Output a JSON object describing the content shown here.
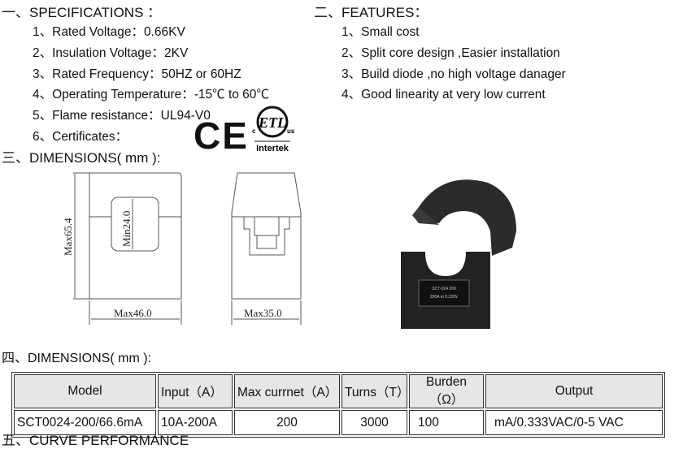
{
  "spec": {
    "title": "一、SPECIFICATIONS ：",
    "items": [
      "1、Rated Voltage：0.66KV",
      "2、Insulation Voltage：2KV",
      "3、Rated Frequency：50HZ or 60HZ",
      "4、Operating Temperature：-15℃ to 60℃",
      "5、Flame resistance：UL94-V0",
      "6、Certificates："
    ]
  },
  "features": {
    "title": "二、FEATURES：",
    "items": [
      "1、Small cost",
      "2、Split core design ,Easier installation",
      "3、Build diode ,no high voltage danager",
      "4、Good linearity at very low current"
    ]
  },
  "cert": {
    "ce": "CE",
    "etl": "ETL",
    "c": "c",
    "us": "us",
    "intertek": "Intertek"
  },
  "dims": {
    "title": "三、DIMENSIONS( mm ):",
    "height": "Max65.4",
    "window": "Min24.0",
    "width": "Max46.0",
    "depth": "Max35.0"
  },
  "product_label": {
    "line1": "SCT-024 200",
    "line2": "200A to 0.333V"
  },
  "table": {
    "title": "四、DIMENSIONS( mm ):",
    "headers": [
      "Model",
      "Input（A）",
      "Max currnet（A）",
      "Turns（T）",
      "Burden（Ω）",
      "Output"
    ],
    "rows": [
      [
        "SCT0024-200/66.6mA",
        "10A-200A",
        "200",
        "3000",
        "100",
        "mA/0.333VAC/0-5 VAC"
      ]
    ]
  },
  "next_section": "五、CURVE PERFORMANCE"
}
